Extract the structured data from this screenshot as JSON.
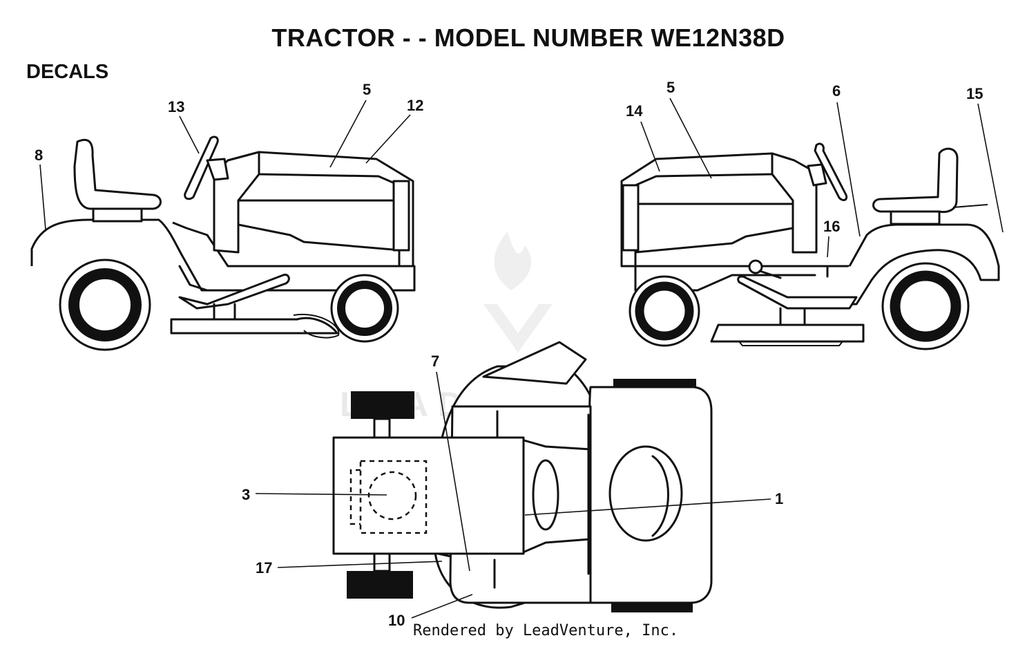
{
  "title": "TRACTOR - - MODEL NUMBER WE12N38D",
  "section": "DECALS",
  "footer": "Rendered by LeadVenture, Inc.",
  "watermark": "LEADVENTURE",
  "callouts": {
    "c8": "8",
    "c13": "13",
    "c5a": "5",
    "c12": "12",
    "c14": "14",
    "c5b": "5",
    "c6": "6",
    "c15": "15",
    "c16": "16",
    "c7": "7",
    "c3": "3",
    "c1": "1",
    "c17": "17",
    "c10": "10"
  }
}
